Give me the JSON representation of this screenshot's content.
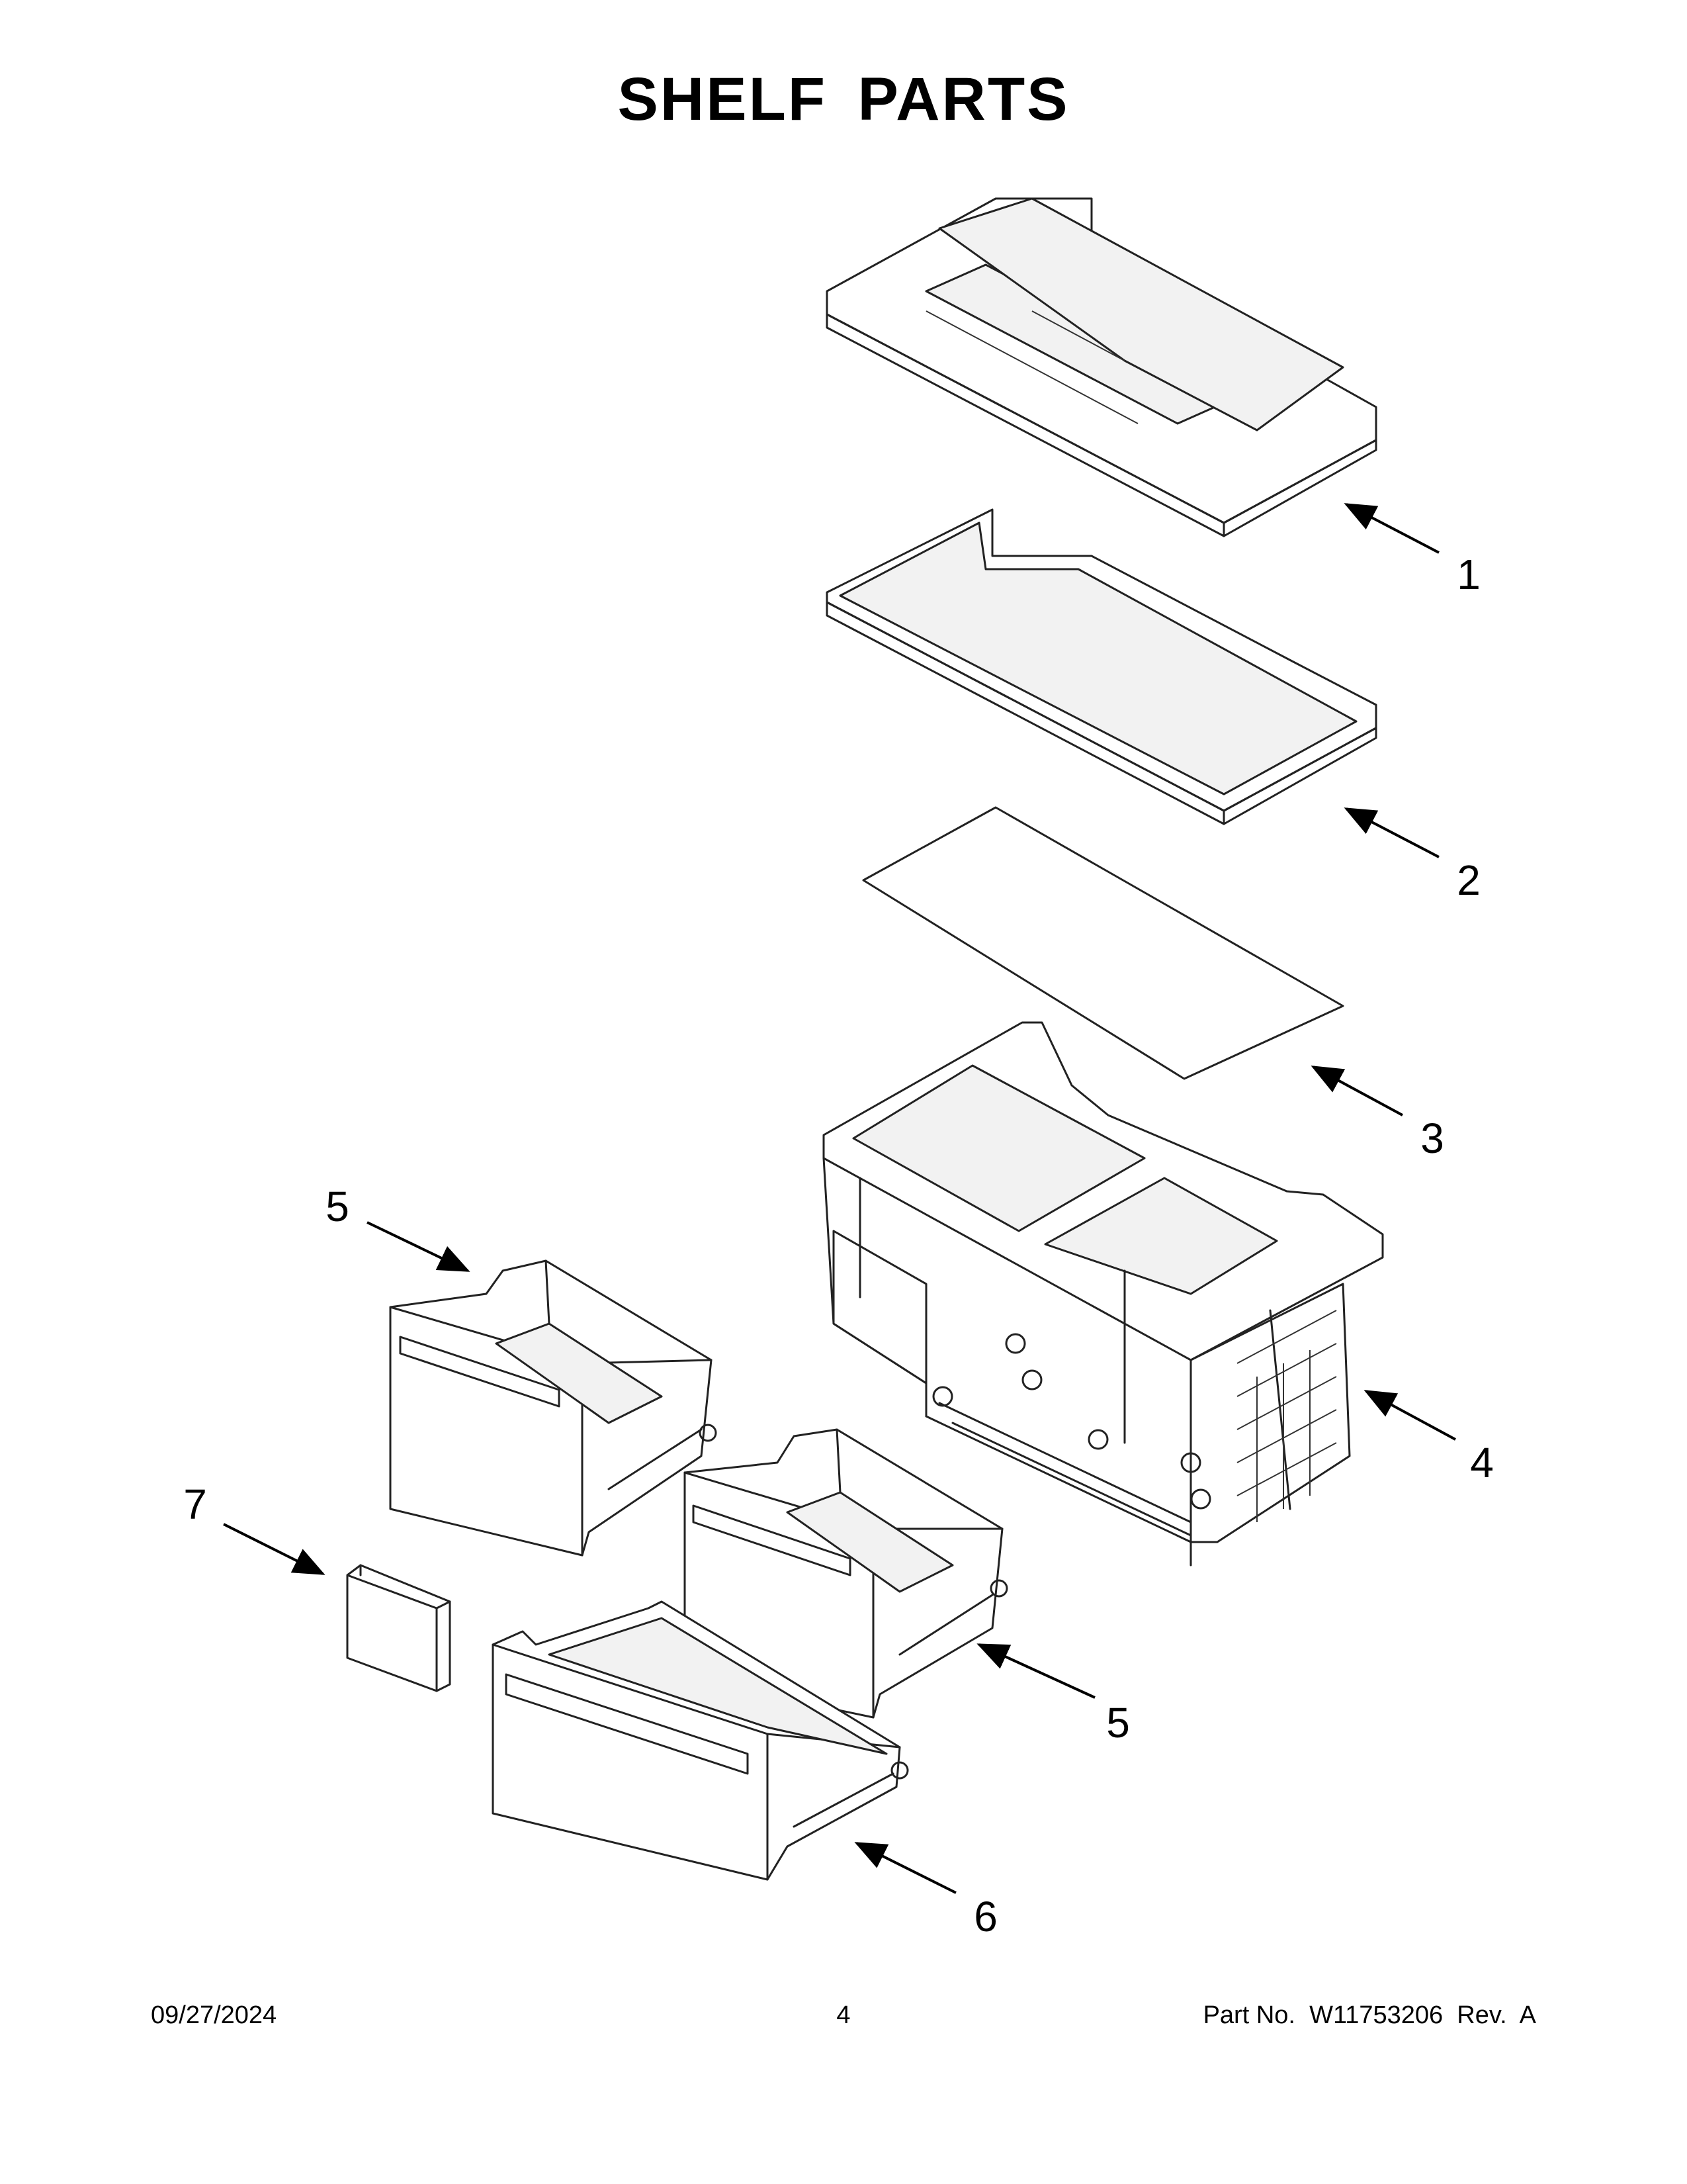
{
  "page": {
    "title": "SHELF PARTS"
  },
  "callouts": [
    {
      "key": "c1",
      "label": "1"
    },
    {
      "key": "c2",
      "label": "2"
    },
    {
      "key": "c3",
      "label": "3"
    },
    {
      "key": "c4",
      "label": "4"
    },
    {
      "key": "c5a",
      "label": "5"
    },
    {
      "key": "c5b",
      "label": "5"
    },
    {
      "key": "c6",
      "label": "6"
    },
    {
      "key": "c7",
      "label": "7"
    }
  ],
  "footer": {
    "date": "09/27/2024",
    "page_number": "4",
    "part_number": "Part No.  W11753206  Rev.  A"
  }
}
